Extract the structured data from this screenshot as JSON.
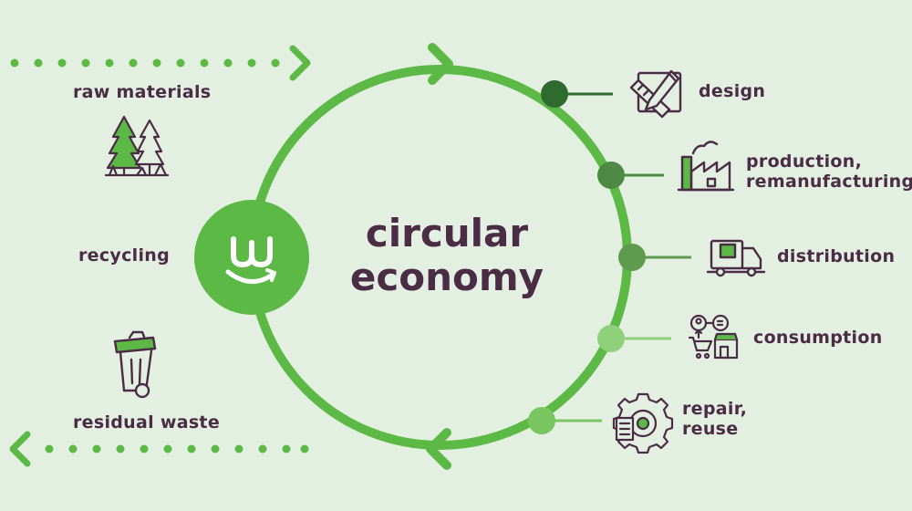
{
  "colors": {
    "background": "#e3f0e1",
    "ring": "#5cb946",
    "text": "#4a2c45",
    "icon_stroke": "#4a2c45",
    "icon_fill": "#5cb946",
    "dot_design": "#2e6b2f",
    "dot_production": "#4f8a44",
    "dot_distribution": "#5e9b4e",
    "dot_consumption": "#8fd07a",
    "dot_repair": "#79c560"
  },
  "center": {
    "line1": "circular",
    "line2": "economy",
    "logo_icon": "smiling-w-logo-icon"
  },
  "left": {
    "raw_materials": "raw materials",
    "recycling": "recycling",
    "residual_waste": "residual waste",
    "raw_materials_icon": "trees-icon",
    "residual_waste_icon": "trash-bin-icon"
  },
  "stages": [
    {
      "label_lines": [
        "design"
      ],
      "icon": "pencil-ruler-icon"
    },
    {
      "label_lines": [
        "production,",
        "remanufacturing"
      ],
      "icon": "factory-icon"
    },
    {
      "label_lines": [
        "distribution"
      ],
      "icon": "delivery-truck-icon"
    },
    {
      "label_lines": [
        "consumption"
      ],
      "icon": "shopping-cart-store-icon"
    },
    {
      "label_lines": [
        "repair,",
        "reuse"
      ],
      "icon": "gear-repair-icon"
    }
  ]
}
